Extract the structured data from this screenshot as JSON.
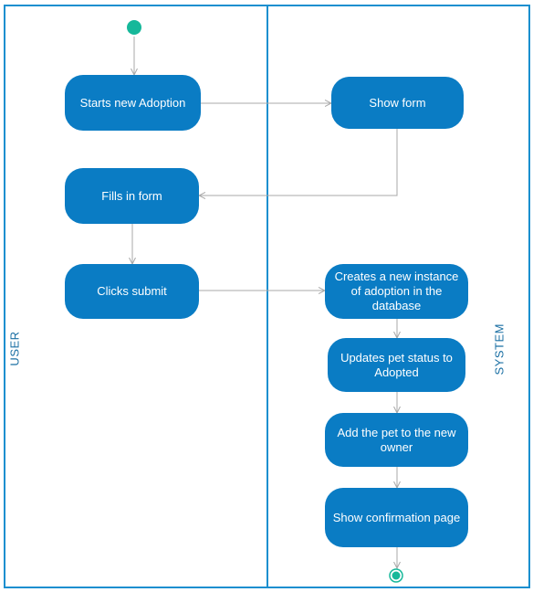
{
  "diagram": {
    "title": "",
    "lanes": [
      {
        "id": "user",
        "label": "USER"
      },
      {
        "id": "system",
        "label": "SYSTEM"
      }
    ],
    "nodes": [
      {
        "id": "start",
        "kind": "initial"
      },
      {
        "id": "n1",
        "lane": "user",
        "label": "Starts new Adoption"
      },
      {
        "id": "n2",
        "lane": "system",
        "label": "Show form"
      },
      {
        "id": "n3",
        "lane": "user",
        "label": "Fills in form"
      },
      {
        "id": "n4",
        "lane": "user",
        "label": "Clicks submit"
      },
      {
        "id": "n5",
        "lane": "system",
        "label": "Creates a new instance of adoption in the database"
      },
      {
        "id": "n6",
        "lane": "system",
        "label": "Updates pet status to Adopted"
      },
      {
        "id": "n7",
        "lane": "system",
        "label": "Add the pet to the new owner"
      },
      {
        "id": "n8",
        "lane": "system",
        "label": "Show confirmation page"
      },
      {
        "id": "end",
        "kind": "final"
      }
    ],
    "edges": [
      {
        "from": "start",
        "to": "n1"
      },
      {
        "from": "n1",
        "to": "n2"
      },
      {
        "from": "n2",
        "to": "n3"
      },
      {
        "from": "n3",
        "to": "n4"
      },
      {
        "from": "n4",
        "to": "n5"
      },
      {
        "from": "n5",
        "to": "n6"
      },
      {
        "from": "n6",
        "to": "n7"
      },
      {
        "from": "n7",
        "to": "n8"
      },
      {
        "from": "n8",
        "to": "end"
      }
    ],
    "colors": {
      "lane_border": "#1a8fcf",
      "node_fill": "#0a7cc4",
      "node_text": "#ffffff",
      "initial_node": "#16b89a",
      "edge": "#a8a8a8"
    }
  }
}
